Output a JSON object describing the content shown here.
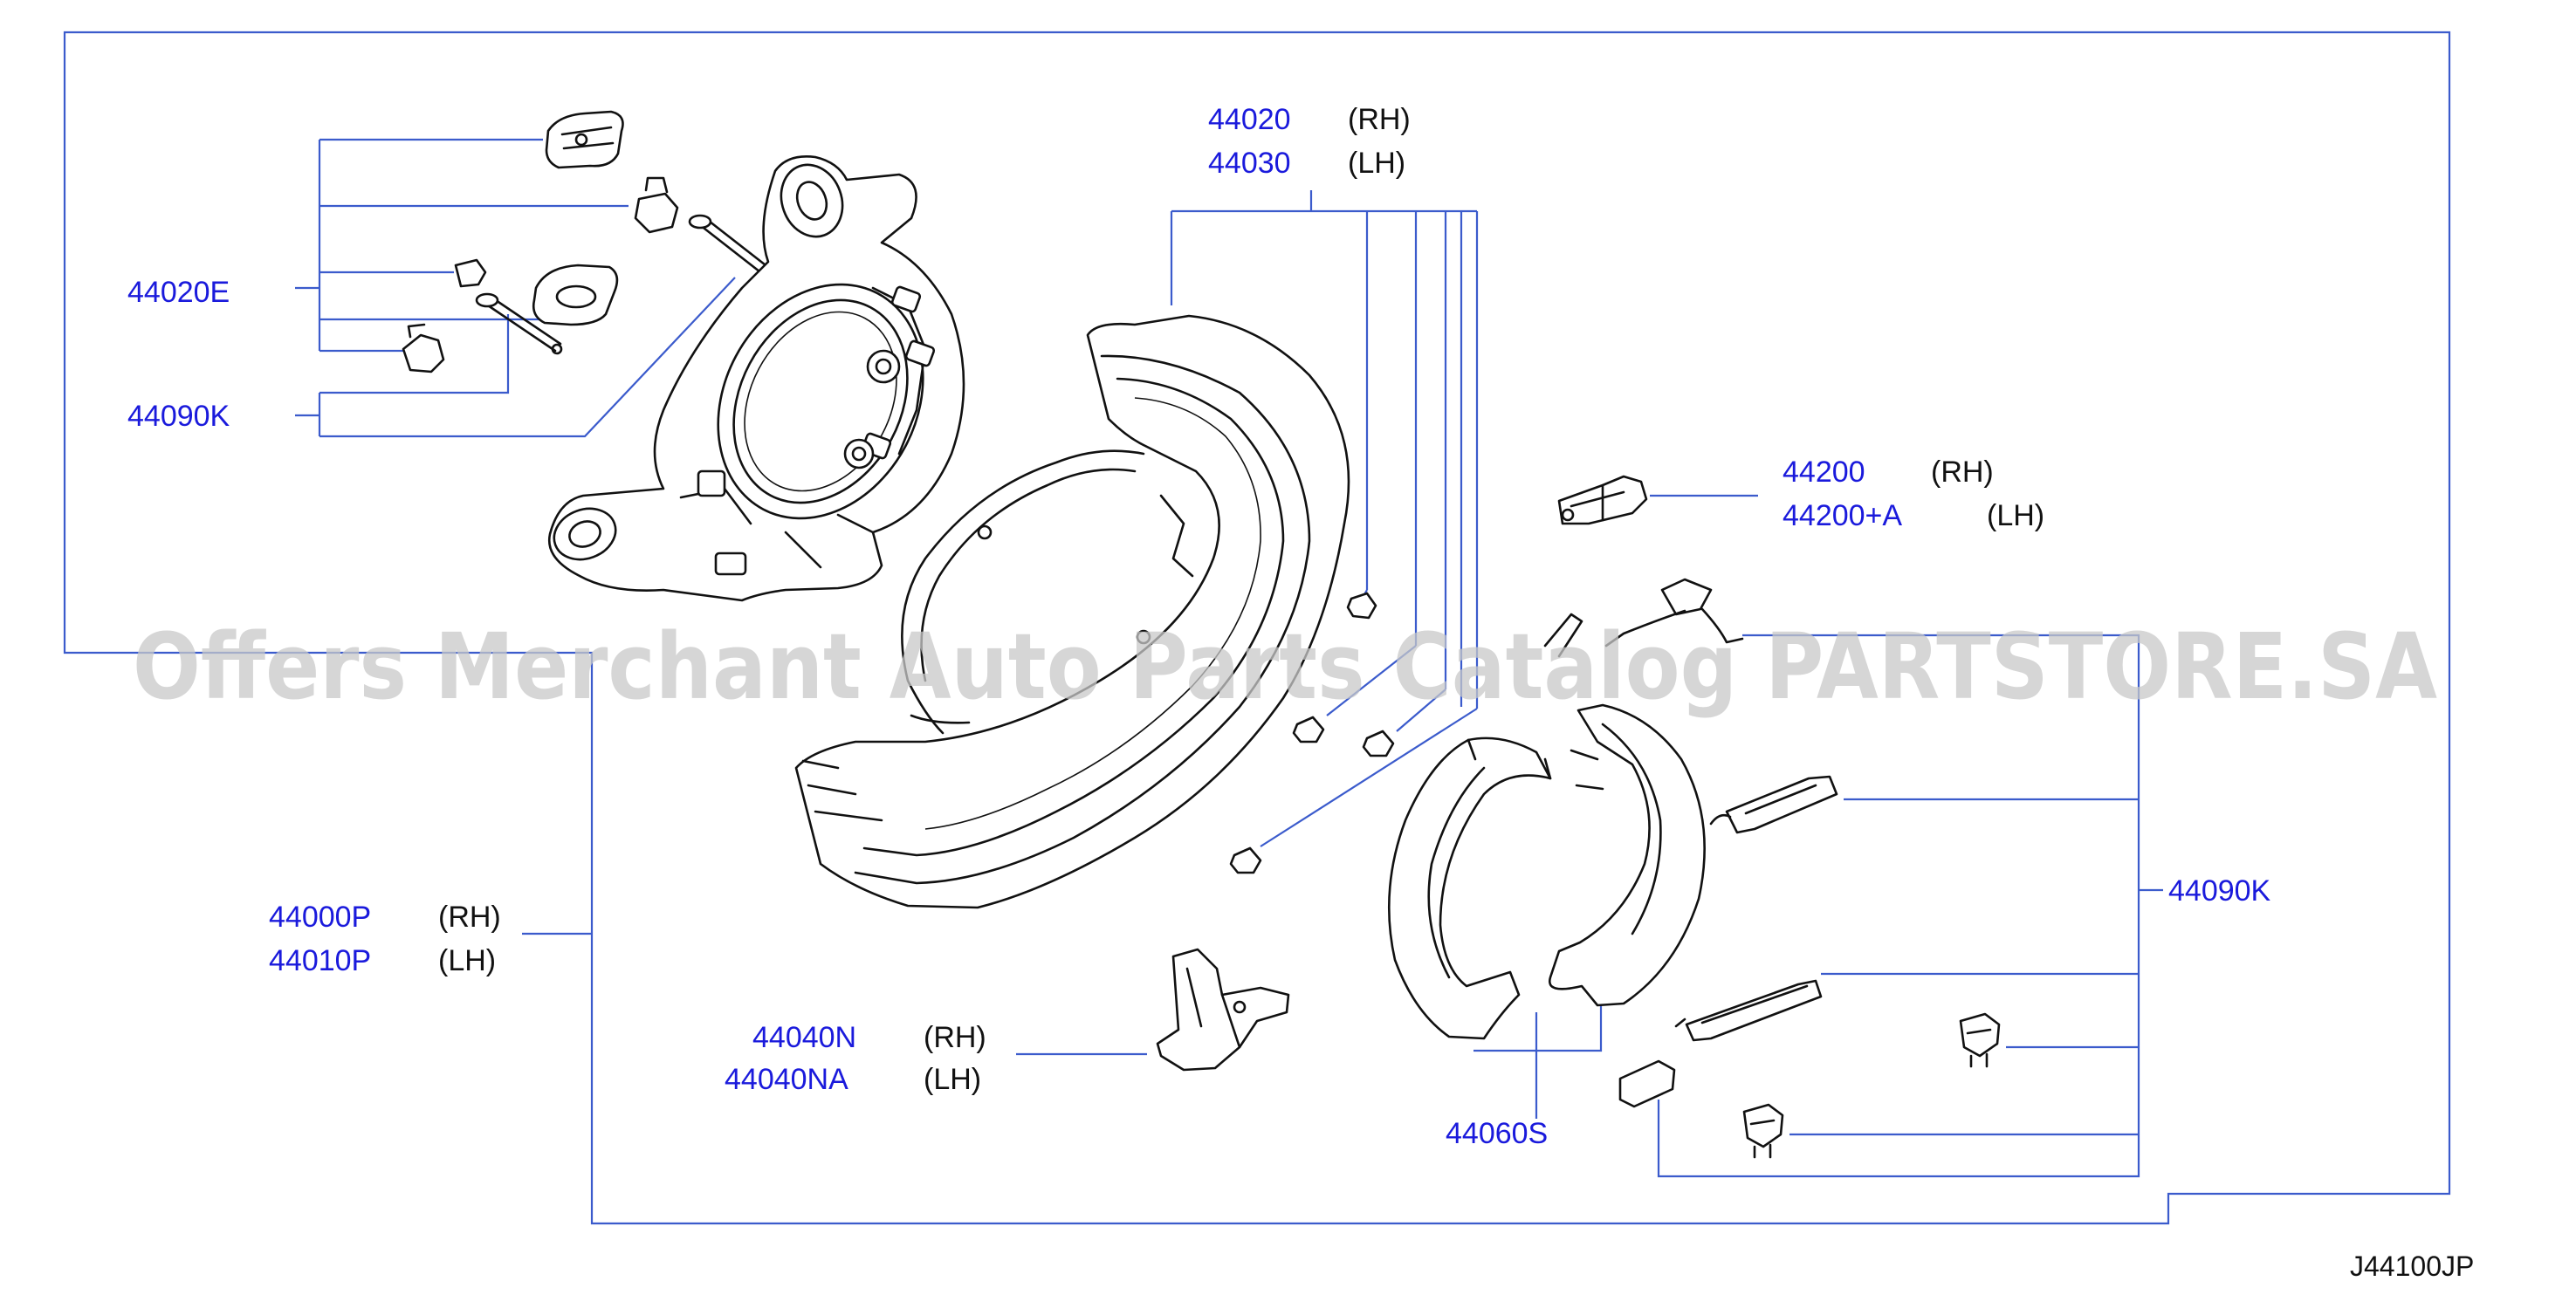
{
  "diagram_code": "J44100JP",
  "watermark": "Offers Merchant Auto Parts Catalog PARTSTORE.SA",
  "callouts": {
    "c44020E": {
      "part": "44020E"
    },
    "c44090K_left": {
      "part": "44090K"
    },
    "c44020": {
      "part": "44020",
      "side": "(RH)"
    },
    "c44030": {
      "part": "44030",
      "side": "(LH)"
    },
    "c44200": {
      "part": "44200",
      "side": "(RH)"
    },
    "c44200A": {
      "part": "44200+A",
      "side": "(LH)"
    },
    "c44090K_right": {
      "part": "44090K"
    },
    "c44000P": {
      "part": "44000P",
      "side": "(RH)"
    },
    "c44010P": {
      "part": "44010P",
      "side": "(LH)"
    },
    "c44040N": {
      "part": "44040N",
      "side": "(RH)"
    },
    "c44040NA": {
      "part": "44040NA",
      "side": "(LH)"
    },
    "c44060S": {
      "part": "44060S"
    }
  },
  "colors": {
    "part_number": "#1a1adc",
    "leader_line": "#3b5bcc",
    "drawing": "#111111",
    "watermark": "#c8c8c8"
  }
}
